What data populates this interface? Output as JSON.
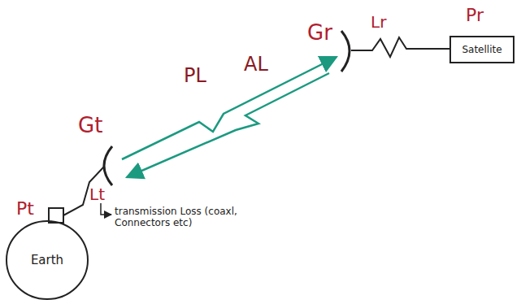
{
  "diagram": {
    "nodes": [
      {
        "text": [
          "Earth"
        ]
      },
      {
        "text": [
          "Satellite"
        ]
      }
    ],
    "labels": [
      "Pt",
      "Lt",
      "transmission Loss (coaxl, Connectors etc)",
      "Gt",
      "PL",
      "AL",
      "Gr",
      "Lr",
      "Pr"
    ]
  }
}
